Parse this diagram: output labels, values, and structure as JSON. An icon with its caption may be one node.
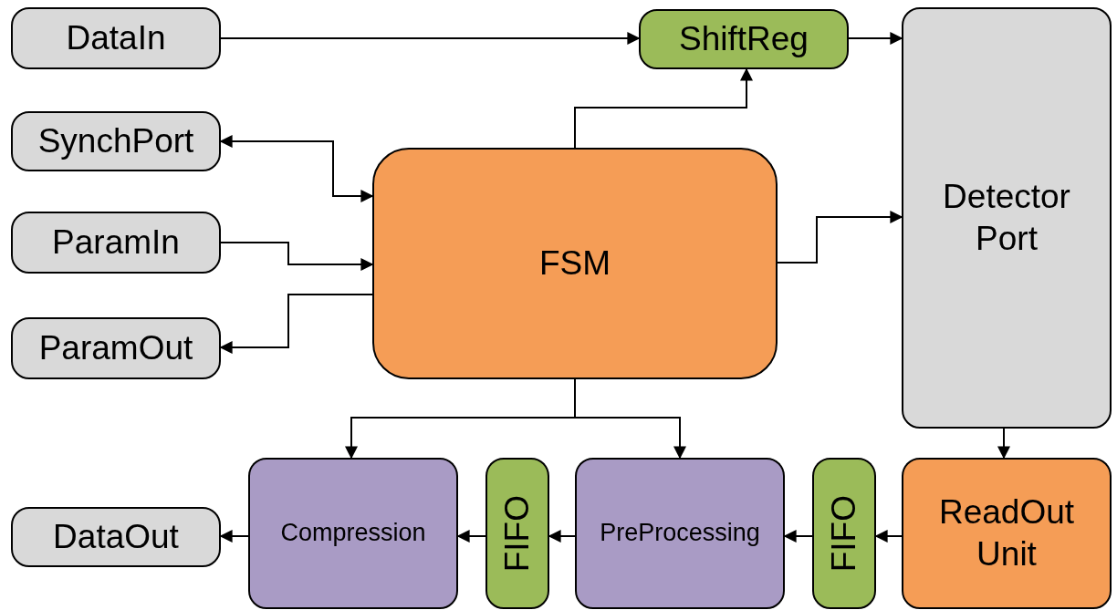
{
  "diagram": {
    "nodes": [
      {
        "text": [
          "DataIn"
        ]
      },
      {
        "text": [
          "ShiftReg"
        ]
      },
      {
        "text": [
          "SynchPort"
        ]
      },
      {
        "text": [
          "FSM"
        ]
      },
      {
        "text": [
          "Detector Port"
        ]
      },
      {
        "text": [
          "ParamIn"
        ]
      },
      {
        "text": [
          "ParamOut"
        ]
      },
      {
        "text": [
          "DataOut"
        ]
      },
      {
        "text": [
          "Compression"
        ]
      },
      {
        "text": [
          "FIFO"
        ]
      },
      {
        "text": [
          "PreProcessing"
        ]
      },
      {
        "text": [
          "FIFO"
        ]
      },
      {
        "text": [
          "ReadOut Unit"
        ]
      }
    ],
    "edges": [
      {
        "from": 0,
        "to": 1,
        "arrow": "to"
      },
      {
        "from": 1,
        "to": 4,
        "arrow": "to"
      },
      {
        "from": 3,
        "to": 1,
        "arrow": "to"
      },
      {
        "from": 2,
        "to": 3,
        "arrow": "both"
      },
      {
        "from": 5,
        "to": 3,
        "arrow": "to"
      },
      {
        "from": 3,
        "to": 6,
        "arrow": "to"
      },
      {
        "from": 3,
        "to": 4,
        "arrow": "to"
      },
      {
        "from": 3,
        "to": 8,
        "arrow": "to"
      },
      {
        "from": 3,
        "to": 10,
        "arrow": "to"
      },
      {
        "from": 4,
        "to": 12,
        "arrow": "to"
      },
      {
        "from": 12,
        "to": 11,
        "arrow": "to"
      },
      {
        "from": 11,
        "to": 10,
        "arrow": "to"
      },
      {
        "from": 10,
        "to": 9,
        "arrow": "to"
      },
      {
        "from": 9,
        "to": 8,
        "arrow": "to"
      },
      {
        "from": 8,
        "to": 7,
        "arrow": "to"
      }
    ]
  }
}
